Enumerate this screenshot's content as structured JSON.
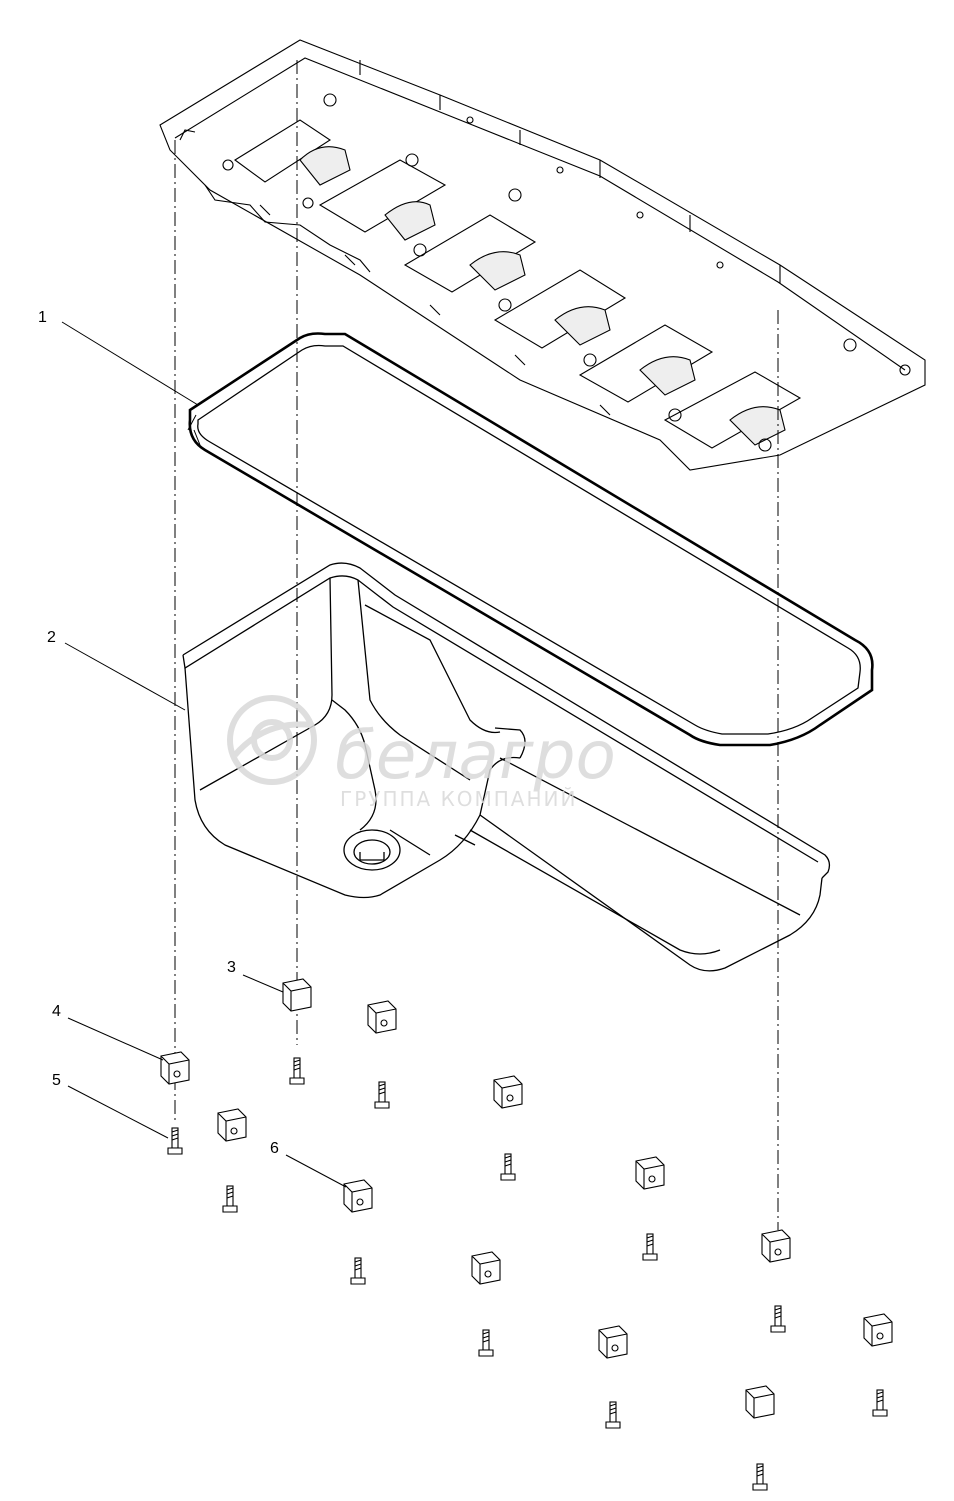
{
  "callouts": [
    {
      "id": "1",
      "label": "1"
    },
    {
      "id": "2",
      "label": "2"
    },
    {
      "id": "3",
      "label": "3"
    },
    {
      "id": "4",
      "label": "4"
    },
    {
      "id": "5",
      "label": "5"
    },
    {
      "id": "6",
      "label": "6"
    }
  ],
  "watermark": {
    "brand": "белагро",
    "tagline": "ГРУППА КОМПАНИЙ"
  },
  "colors": {
    "line": "#000000",
    "watermark": "#d9d9d9"
  }
}
